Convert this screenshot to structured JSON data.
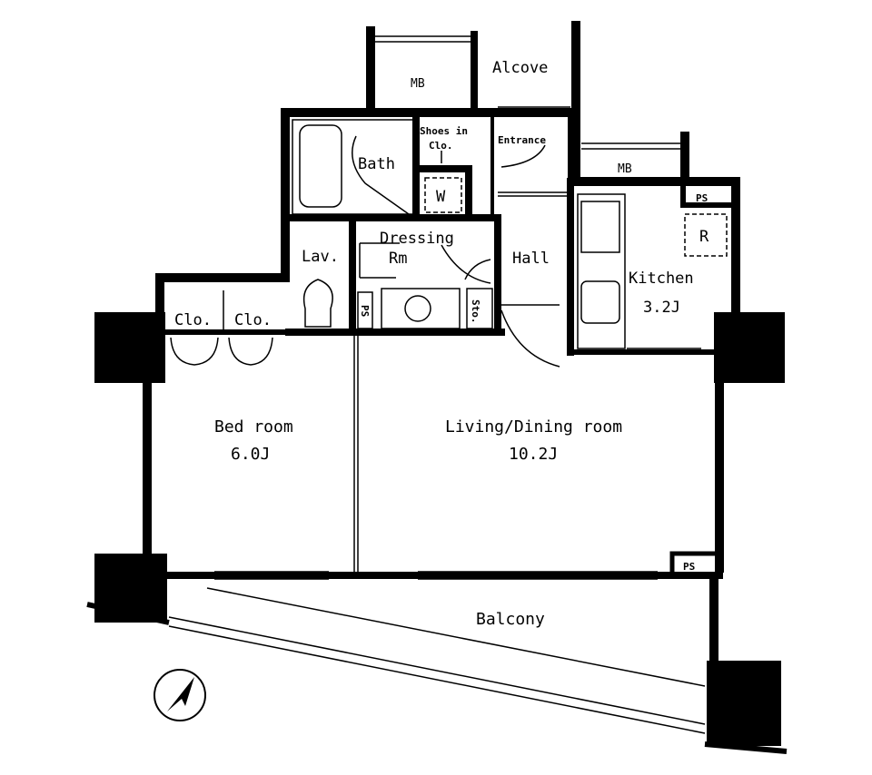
{
  "floor_plan": {
    "rooms": {
      "mb_top": "MB",
      "alcove": "Alcove",
      "bath": "Bath",
      "shoes_in_clo_line1": "Shoes in",
      "shoes_in_clo_line2": "Clo.",
      "entrance": "Entrance",
      "mb_right": "MB",
      "washer": "W",
      "ps_kitchen": "PS",
      "refrigerator": "R",
      "dressing_line1": "Dressing",
      "dressing_line2": "Rm",
      "lav": "Lav.",
      "hall": "Hall",
      "kitchen": "Kitchen",
      "kitchen_size": "3.2J",
      "ps_lav": "PS",
      "storage": "Sto.",
      "closet_1": "Clo.",
      "closet_2": "Clo.",
      "bedroom": "Bed room",
      "bedroom_size": "6.0J",
      "living_dining": "Living/Dining room",
      "living_dining_size": "10.2J",
      "ps_living": "PS",
      "balcony": "Balcony"
    },
    "compass": "north-arrow-icon"
  }
}
